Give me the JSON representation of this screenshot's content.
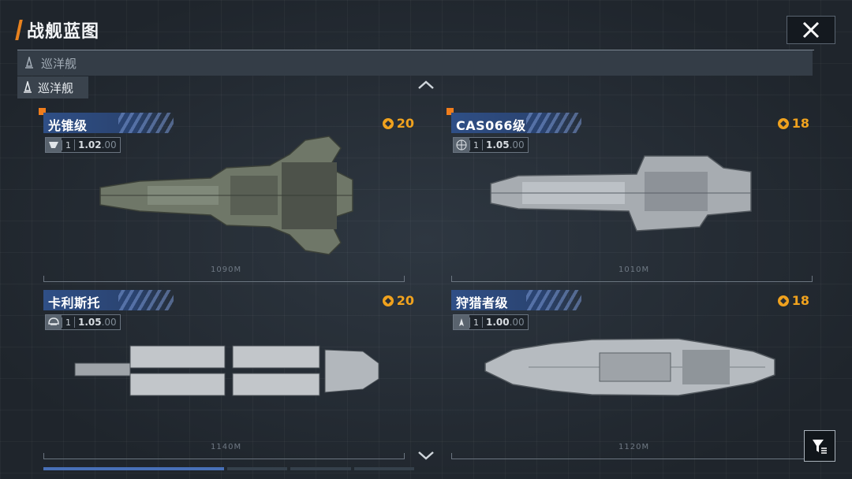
{
  "header": {
    "title": "战舰蓝图"
  },
  "dropdown": {
    "label": "巡洋舰"
  },
  "selected_tag": {
    "label": "巡洋舰"
  },
  "colors": {
    "accent": "#e8821e",
    "cost": "#f0a21e",
    "plate": "#2f4f86"
  },
  "ships": [
    {
      "name": "光锥级",
      "cost": "20",
      "count": "1",
      "stat": "1.02",
      "stat_suffix": ".00",
      "length": "1090M",
      "new": true,
      "class_icon": "faction-badge-icon"
    },
    {
      "name": "CAS066级",
      "cost": "18",
      "count": "1",
      "stat": "1.05",
      "stat_suffix": ".00",
      "length": "1010M",
      "new": true,
      "class_icon": "globe-icon"
    },
    {
      "name": "卡利斯托",
      "cost": "20",
      "count": "1",
      "stat": "1.05",
      "stat_suffix": ".00",
      "length": "1140M",
      "new": false,
      "class_icon": "helmet-icon"
    },
    {
      "name": "狩猎者级",
      "cost": "18",
      "count": "1",
      "stat": "1.00",
      "stat_suffix": ".00",
      "length": "1120M",
      "new": false,
      "class_icon": "ship-silhouette-icon"
    }
  ],
  "pagination": {
    "pages": 4,
    "current": 1
  }
}
